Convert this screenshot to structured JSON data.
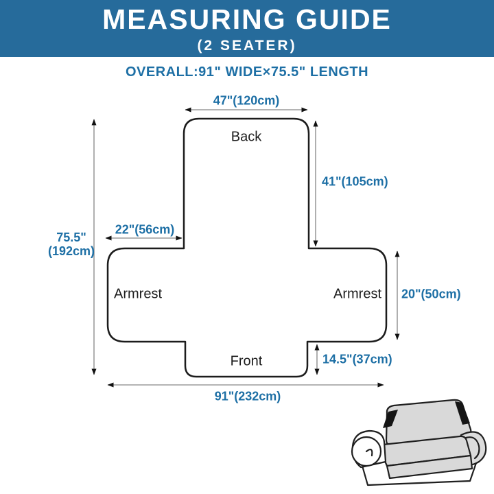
{
  "header": {
    "title": "MEASURING GUIDE",
    "subtitle": "(2 SEATER)",
    "bg_color": "#266b9b",
    "text_color": "#ffffff"
  },
  "overall": {
    "text": "OVERALL:91\" WIDE×75.5\" LENGTH",
    "color": "#1d6fa5"
  },
  "diagram": {
    "labels": {
      "back": "Back",
      "armrest_left": "Armrest",
      "armrest_right": "Armrest",
      "front": "Front"
    },
    "measurements": {
      "top_width": "47\"(120cm)",
      "back_height": "41\"(105cm)",
      "overall_height_in": "75.5\"",
      "overall_height_cm": "(192cm)",
      "arm_depth": "22\"(56cm)",
      "arm_height": "20\"(50cm)",
      "front_height": "14.5\"(37cm)",
      "bottom_width": "91\"(232cm)"
    },
    "colors": {
      "outline": "#1c1c1c",
      "arrow_line": "#9b9b9b",
      "arrowhead": "#111111",
      "measure_text": "#1d6fa5",
      "label_text": "#1c1c1c"
    }
  },
  "sofa_illustration": {
    "name": "2-seater sofa with protective cover",
    "cover_color": "#d9d9d9",
    "strap_color": "#151515"
  }
}
